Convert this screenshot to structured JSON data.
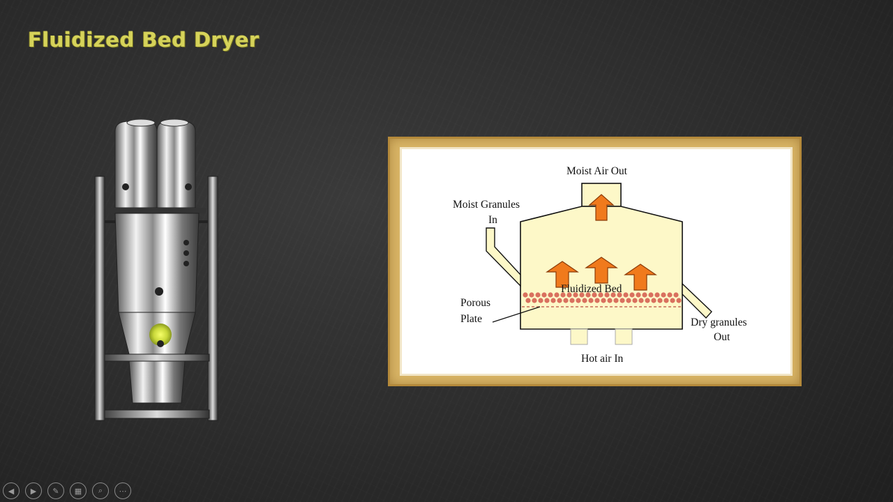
{
  "slide": {
    "title": "Fluidized Bed Dryer"
  },
  "diagram": {
    "labels": {
      "moist_air_out": "Moist Air Out",
      "moist_granules_line1": "Moist Granules",
      "moist_granules_line2": "In",
      "fluidized_bed": "Fluidized Bed",
      "porous_line1": "Porous",
      "porous_line2": "Plate",
      "dry_granules_line1": "Dry granules",
      "dry_granules_line2": "Out",
      "hot_air_in": "Hot air In"
    },
    "colors": {
      "chamber_fill": "#fdf8c8",
      "arrow_fill": "#f07a1c",
      "granule_fill": "#d9705e",
      "frame": "#d9b566",
      "title": "#d6d35a"
    }
  },
  "toolbar": {
    "buttons": [
      {
        "icon": "previous-arrow-icon",
        "glyph": "◀"
      },
      {
        "icon": "next-arrow-icon",
        "glyph": "▶"
      },
      {
        "icon": "pen-icon",
        "glyph": "✎"
      },
      {
        "icon": "slides-grid-icon",
        "glyph": "▦"
      },
      {
        "icon": "zoom-icon",
        "glyph": "⌕"
      },
      {
        "icon": "more-options-icon",
        "glyph": "⋯"
      }
    ]
  }
}
